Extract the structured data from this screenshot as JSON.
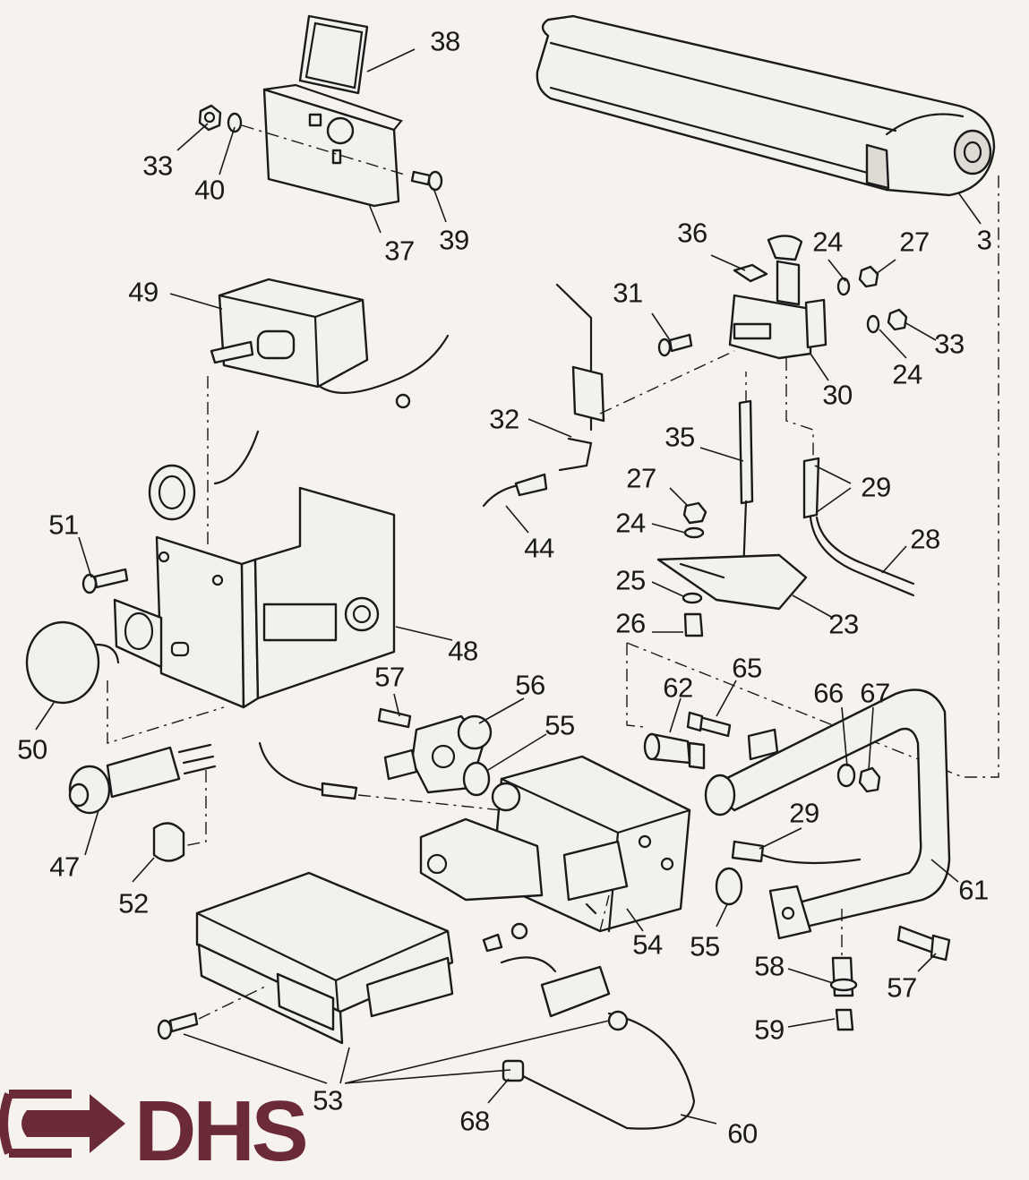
{
  "logo": {
    "text": "DHS",
    "color": "#6b2a38"
  },
  "callouts": {
    "c38": "38",
    "c33a": "33",
    "c40": "40",
    "c37": "37",
    "c39": "39",
    "c3": "3",
    "c36": "36",
    "c24a": "24",
    "c27a": "27",
    "c31": "31",
    "c33b": "33",
    "c24b": "24",
    "c30": "30",
    "c49": "49",
    "c32": "32",
    "c35": "35",
    "c27b": "27",
    "c29a": "29",
    "c24c": "24",
    "c28": "28",
    "c44": "44",
    "c51": "51",
    "c25": "25",
    "c26": "26",
    "c23": "23",
    "c48": "48",
    "c65": "65",
    "c57a": "57",
    "c56": "56",
    "c62": "62",
    "c66": "66",
    "c67": "67",
    "c55a": "55",
    "c50": "50",
    "c29b": "29",
    "c47": "47",
    "c61": "61",
    "c52": "52",
    "c54": "54",
    "c55b": "55",
    "c58": "58",
    "c57b": "57",
    "c59": "59",
    "c53": "53",
    "c68": "68",
    "c60": "60"
  }
}
